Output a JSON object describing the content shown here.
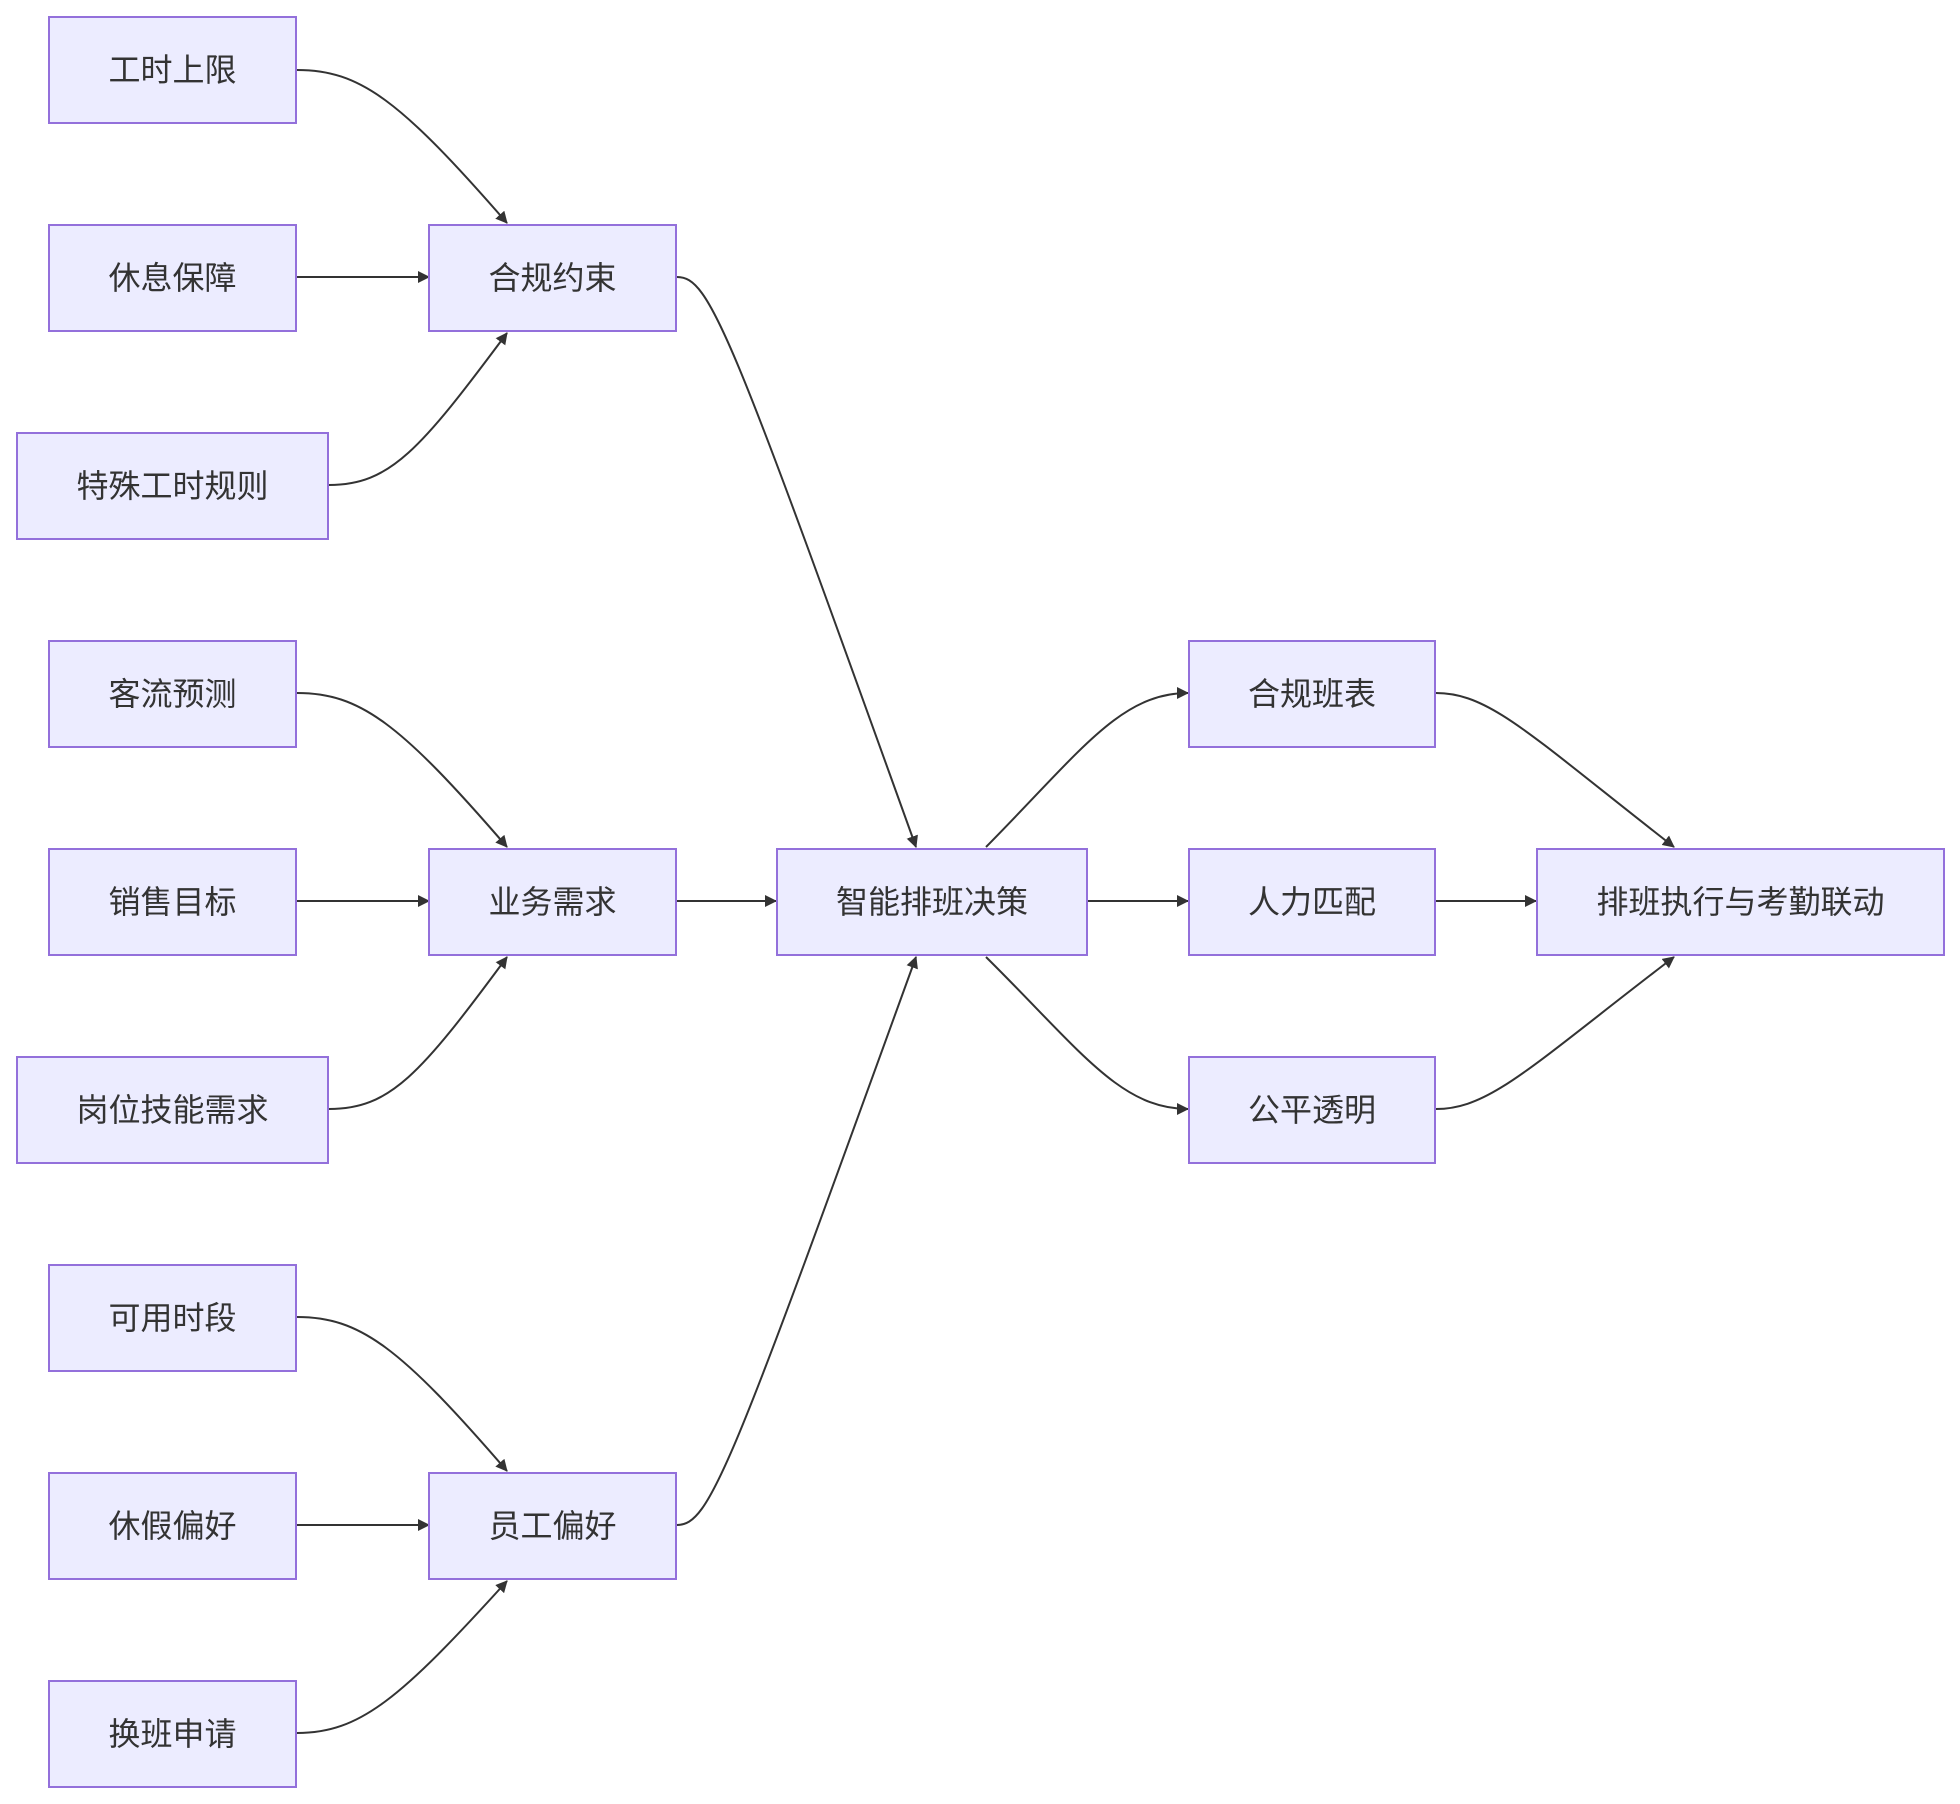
{
  "diagram": {
    "type": "flowchart",
    "direction": "left-to-right",
    "colors": {
      "node_fill": "#ECECFF",
      "node_border": "#9370DB",
      "text": "#333333",
      "edge": "#333333"
    },
    "nodes": {
      "gongshi_shangxian": "工时上限",
      "xiuxi_baozhang": "休息保障",
      "teshu_gongshi": "特殊工时规则",
      "heguiyueshu": "合规约束",
      "keliu_yuce": "客流预测",
      "xiaoshou_mubiao": "销售目标",
      "gangwei_jineng": "岗位技能需求",
      "yewu_xuqiu": "业务需求",
      "keyong_shiduan": "可用时段",
      "xiujia_pianhao": "休假偏好",
      "huanban_shenqing": "换班申请",
      "yuangong_pianhao": "员工偏好",
      "zhineng_paiban": "智能排班决策",
      "hegui_banbiao": "合规班表",
      "renli_pipei": "人力匹配",
      "gongping_toumign": "公平透明",
      "paiban_zhixing": "排班执行与考勤联动"
    },
    "edges": [
      [
        "gongshi_shangxian",
        "heguiyueshu"
      ],
      [
        "xiuxi_baozhang",
        "heguiyueshu"
      ],
      [
        "teshu_gongshi",
        "heguiyueshu"
      ],
      [
        "keliu_yuce",
        "yewu_xuqiu"
      ],
      [
        "xiaoshou_mubiao",
        "yewu_xuqiu"
      ],
      [
        "gangwei_jineng",
        "yewu_xuqiu"
      ],
      [
        "keyong_shiduan",
        "yuangong_pianhao"
      ],
      [
        "xiujia_pianhao",
        "yuangong_pianhao"
      ],
      [
        "huanban_shenqing",
        "yuangong_pianhao"
      ],
      [
        "heguiyueshu",
        "zhineng_paiban"
      ],
      [
        "yewu_xuqiu",
        "zhineng_paiban"
      ],
      [
        "yuangong_pianhao",
        "zhineng_paiban"
      ],
      [
        "zhineng_paiban",
        "hegui_banbiao"
      ],
      [
        "zhineng_paiban",
        "renli_pipei"
      ],
      [
        "zhineng_paiban",
        "gongping_toumign"
      ],
      [
        "hegui_banbiao",
        "paiban_zhixing"
      ],
      [
        "renli_pipei",
        "paiban_zhixing"
      ],
      [
        "gongping_toumign",
        "paiban_zhixing"
      ]
    ]
  }
}
